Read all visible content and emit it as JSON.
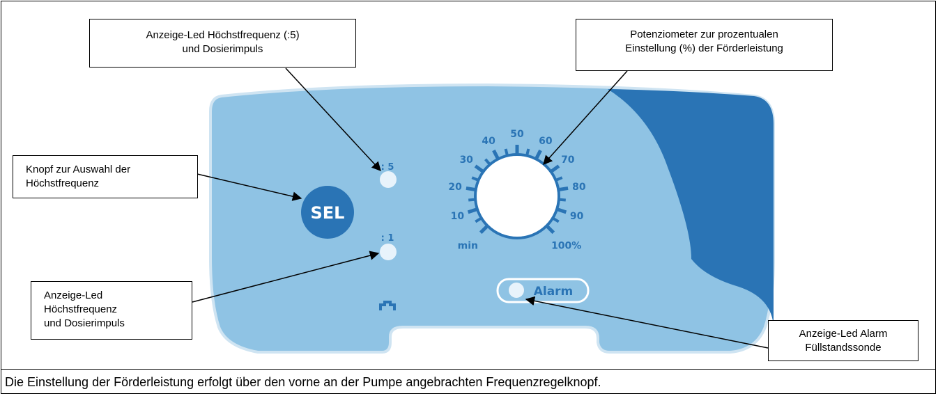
{
  "callouts": {
    "top_led": {
      "line1": "Anzeige-Led Höchstfrequenz  (:5)",
      "line2": "und Dosierimpuls"
    },
    "potentiometer": {
      "line1": "Potenziometer zur prozentualen",
      "line2": "Einstellung (%) der Förderleistung"
    },
    "sel_button": {
      "line1": "Knopf zur Auswahl der",
      "line2": "Höchstfrequenz"
    },
    "bottom_led": {
      "line1": "Anzeige-Led",
      "line2": "Höchstfrequenz",
      "line3": "und Dosierimpuls"
    },
    "alarm_led": {
      "line1": "Anzeige-Led Alarm",
      "line2": "Füllstandssonde"
    }
  },
  "panel": {
    "sel_label": "SEL",
    "led_top_label": ": 5",
    "led_bottom_label": ": 1",
    "alarm_label": "Alarm",
    "dial_labels": [
      "min",
      "10",
      "20",
      "30",
      "40",
      "50",
      "60",
      "70",
      "80",
      "90",
      "100%"
    ],
    "pulse_icon": "pulse-icon"
  },
  "colors": {
    "panel_light": "#8fc3e4",
    "panel_dark": "#2a74b5",
    "panel_edge": "#cfe4f2"
  },
  "caption": "Die Einstellung der Förderleistung erfolgt über den vorne an der Pumpe angebrachten Frequenzregelknopf."
}
